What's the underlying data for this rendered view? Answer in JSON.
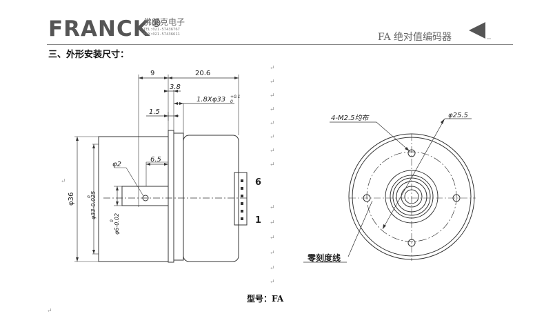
{
  "header": {
    "logo_text": "FRANCK",
    "logo_mark": "®",
    "company_name": "佛朗克电子",
    "tel": "TEL:021-57436767",
    "fax": "FAX:021-57436611",
    "doc_title": "FA 绝对值编码器",
    "title_arrow_icon": "left-triangle"
  },
  "section": {
    "heading": "三、外形安装尺寸："
  },
  "drawing": {
    "side_view": {
      "dim_9": "9",
      "dim_20_6": "20.6",
      "dim_3_8": "3.8",
      "dim_1_8x33": "1.8Xφ33",
      "dim_1_8x33_upper_tol": "+0.1",
      "dim_1_8x33_lower_tol": "0",
      "dim_1_5": "1.5",
      "dim_phi2": "φ2",
      "dim_6_5": "6.5",
      "dim_phi36": "φ36",
      "dim_phi33": "φ33-0.025",
      "dim_phi33_tol": "0",
      "dim_phi6": "φ6-0.02",
      "dim_phi6_tol": "0",
      "pin_top_label": "6",
      "pin_bottom_label": "1"
    },
    "front_view": {
      "holes_label": "4-M2.5均布",
      "dia_label": "φ25.5",
      "zero_line_label": "零刻度线"
    }
  },
  "footer": {
    "model_label": "型号：FA"
  }
}
